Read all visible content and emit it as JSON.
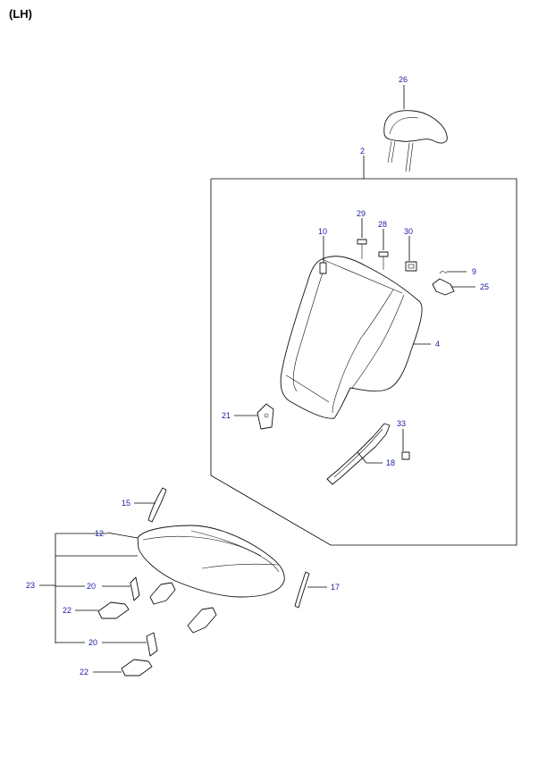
{
  "header": {
    "side": "(LH)"
  },
  "callouts": {
    "c26": "26",
    "c2": "2",
    "c29": "29",
    "c28": "28",
    "c30": "30",
    "c10": "10",
    "c9": "9",
    "c25": "25",
    "c4": "4",
    "c21": "21",
    "c33": "33",
    "c18": "18",
    "c15": "15",
    "c12": "12",
    "c23": "23",
    "c20a": "20",
    "c22a": "22",
    "c17": "17",
    "c20b": "20",
    "c22b": "22"
  },
  "colors": {
    "callout_text": "#1a1aa6",
    "line": "#000000"
  }
}
